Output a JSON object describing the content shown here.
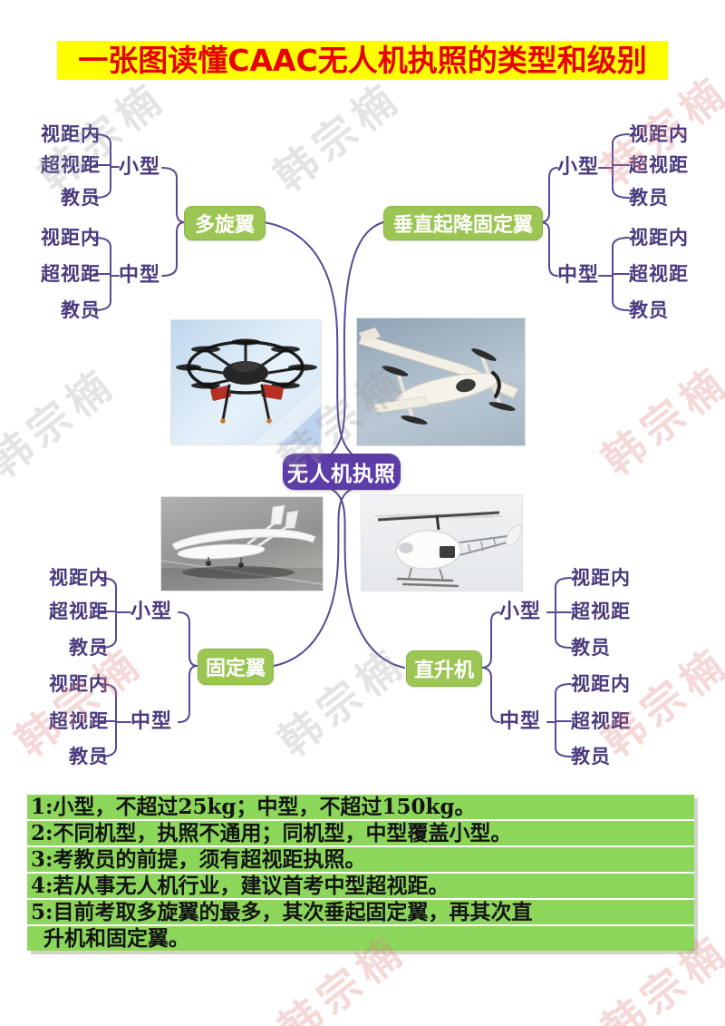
{
  "title": "一张图读懂CAAC无人机执照的类型和级别",
  "center_node": "无人机执照",
  "branches": [
    {
      "id": "multi-rotor",
      "label": "多旋翼",
      "position": "top-left",
      "groups": [
        {
          "size": "小型",
          "levels": [
            "视距内",
            "超视距",
            "教员"
          ]
        },
        {
          "size": "中型",
          "levels": [
            "视距内",
            "超视距",
            "教员"
          ]
        }
      ]
    },
    {
      "id": "vtol-fixed-wing",
      "label": "垂直起降固定翼",
      "position": "top-right",
      "groups": [
        {
          "size": "小型",
          "levels": [
            "视距内",
            "超视距",
            "教员"
          ]
        },
        {
          "size": "中型",
          "levels": [
            "视距内",
            "超视距",
            "教员"
          ]
        }
      ]
    },
    {
      "id": "fixed-wing",
      "label": "固定翼",
      "position": "bottom-left",
      "groups": [
        {
          "size": "小型",
          "levels": [
            "视距内",
            "超视距",
            "教员"
          ]
        },
        {
          "size": "中型",
          "levels": [
            "视距内",
            "超视距",
            "教员"
          ]
        }
      ]
    },
    {
      "id": "helicopter",
      "label": "直升机",
      "position": "bottom-right",
      "groups": [
        {
          "size": "小型",
          "levels": [
            "视距内",
            "超视距",
            "教员"
          ]
        },
        {
          "size": "中型",
          "levels": [
            "视距内",
            "超视距",
            "教员"
          ]
        }
      ]
    }
  ],
  "photos": [
    {
      "name": "multi-rotor-photo"
    },
    {
      "name": "vtol-fixed-wing-photo"
    },
    {
      "name": "fixed-wing-photo"
    },
    {
      "name": "helicopter-photo"
    }
  ],
  "notes": {
    "lines": [
      "1:小型，不超过25kg；中型，不超过150kg。",
      "2:不同机型，执照不通用；同机型，中型覆盖小型。",
      "3:考教员的前提，须有超视距执照。",
      "4:若从事无人机行业，建议首考中型超视距。",
      "5:目前考取多旋翼的最多，其次垂起固定翼，再其次直",
      "升机和固定翼。"
    ]
  },
  "watermark": "韩宗楠",
  "colors": {
    "title_bg": "#ffff00",
    "title_text": "#e60000",
    "branch_node_green": "#9cc653",
    "center_node_purple": "#5c3da8",
    "label_text_purple": "#4a3a7d",
    "connector_purple": "#5a4896",
    "notes_bar_green": "#8cd65a"
  }
}
